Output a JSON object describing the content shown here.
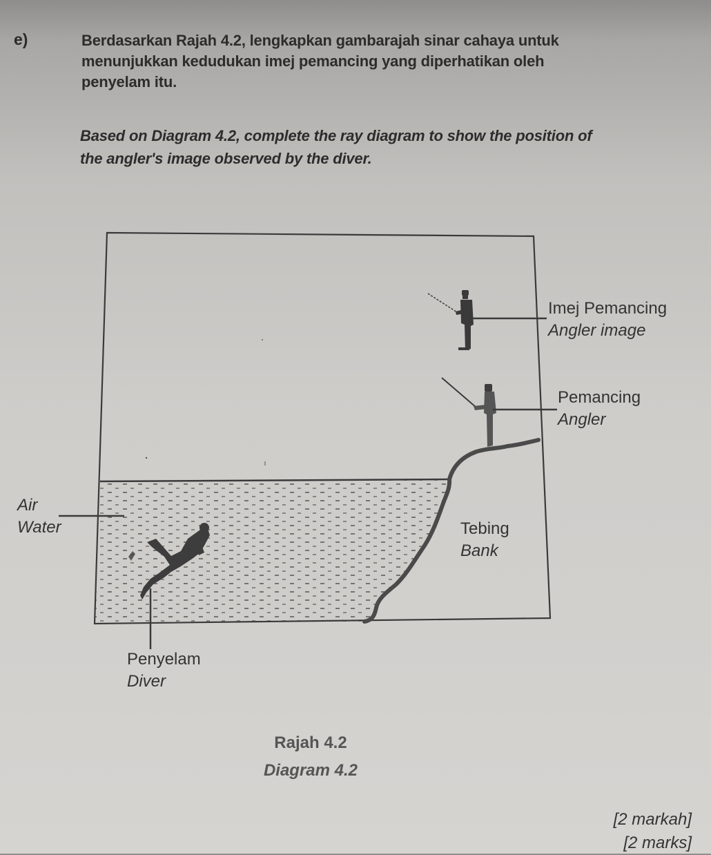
{
  "question": {
    "label": "e)",
    "malay_text": "Berdasarkan Rajah 4.2, lengkapkan gambarajah sinar cahaya untuk  menunjukkan kedudukan imej pemancing yang diperhatikan oleh penyelam itu.",
    "english_text": "Based on Diagram 4.2, complete the ray diagram to show the position of the angler's image observed by the diver."
  },
  "diagram": {
    "labels": {
      "angler_image": {
        "malay": "Imej Pemancing",
        "english": "Angler image"
      },
      "angler": {
        "malay": "Pemancing",
        "english": "Angler"
      },
      "air": "Air",
      "water": "Water",
      "bank": {
        "malay": "Tebing",
        "english": "Bank"
      },
      "diver": {
        "malay": "Penyelam",
        "english": "Diver"
      }
    },
    "caption": {
      "malay": "Rajah 4.2",
      "english": "Diagram 4.2"
    },
    "colors": {
      "line": "#3a3a3a",
      "figure": "#3d3d3d",
      "water_dash": "#555555"
    }
  },
  "marks": {
    "malay": "[2 markah]",
    "english": "[2 marks]"
  }
}
